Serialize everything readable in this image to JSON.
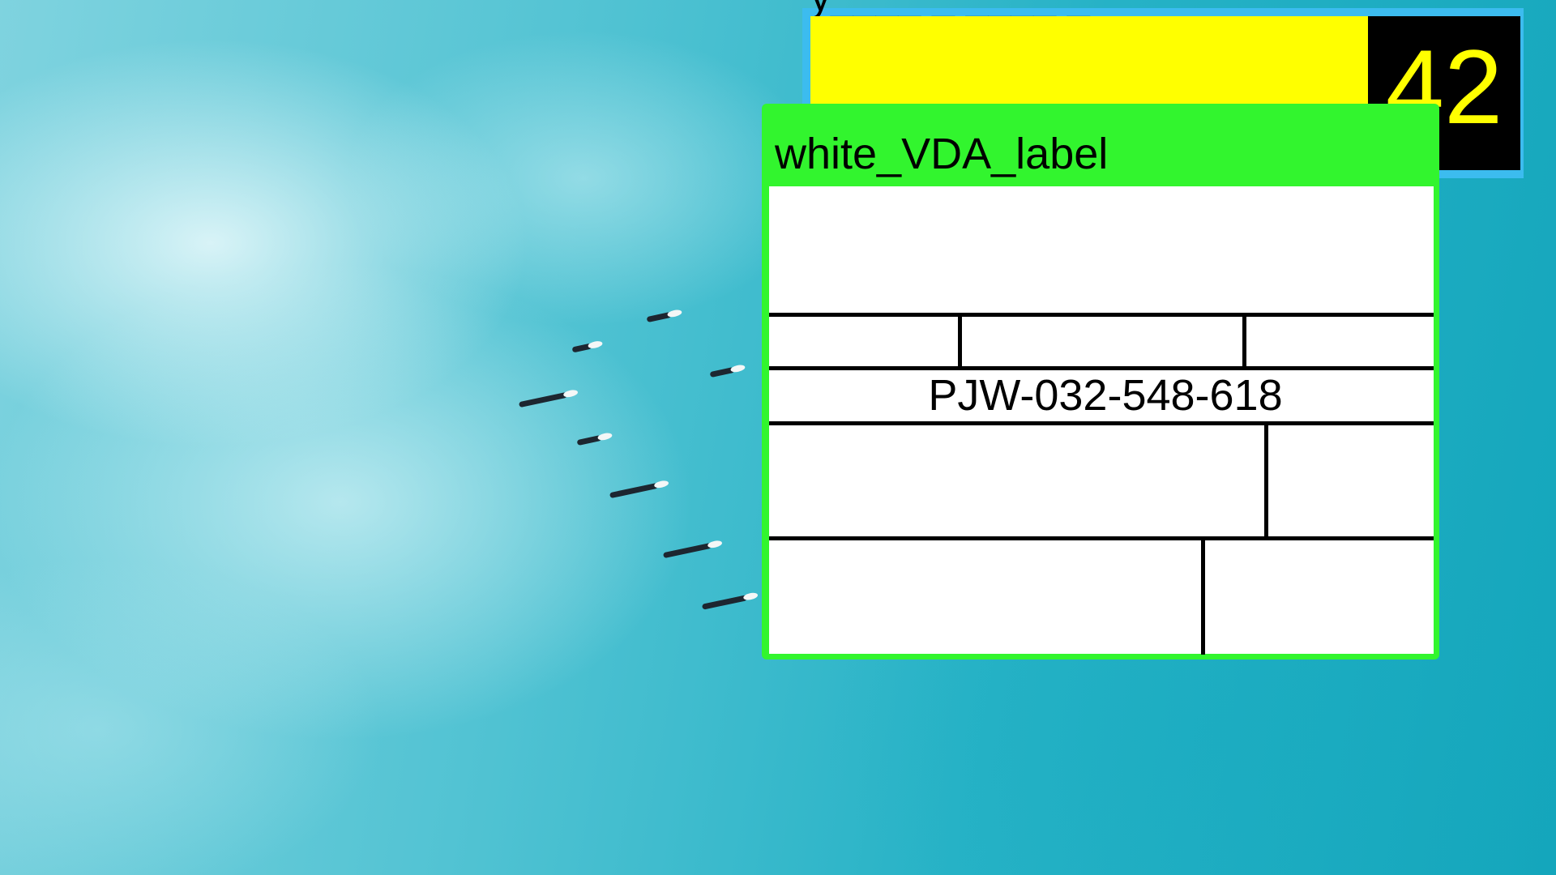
{
  "background": {
    "description_icon": "ocean-surfers-photo"
  },
  "blue_card": {
    "title": "y____ _ ____ _",
    "number": "42",
    "colors": {
      "border": "#3cbcef",
      "bar": "#ffff00",
      "number_bg": "#000000",
      "number_fg": "#ffff00"
    }
  },
  "green_card": {
    "title": "white_VDA_label",
    "code": "PJW-032-548-618",
    "colors": {
      "header": "#32f52e",
      "form": "#ffffff",
      "lines": "#000000"
    }
  }
}
